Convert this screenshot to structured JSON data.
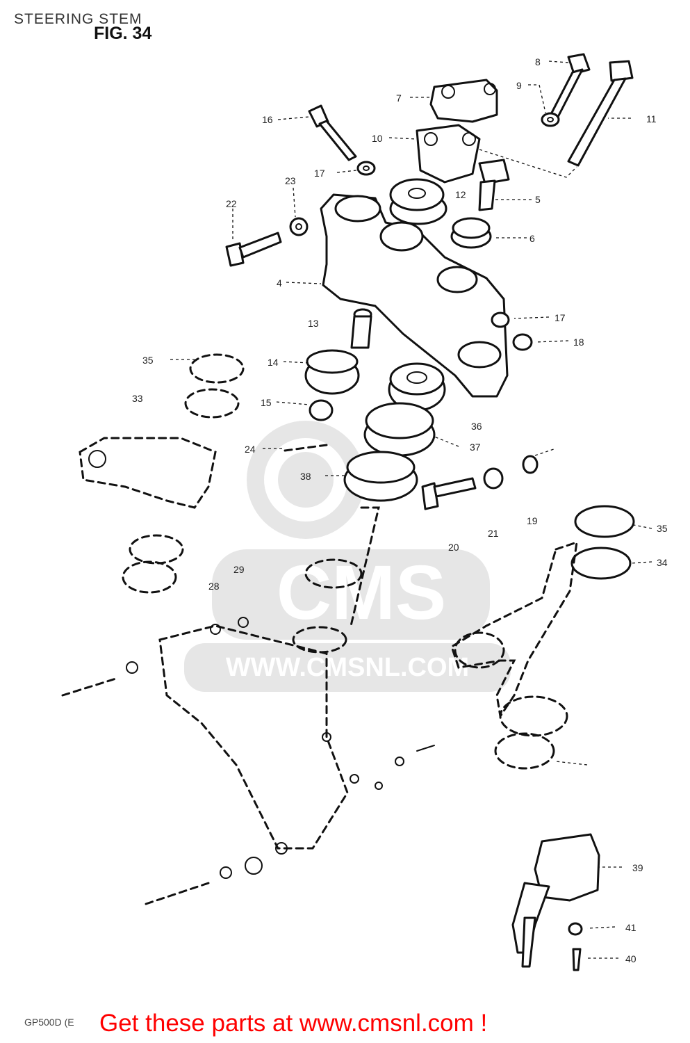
{
  "header": {
    "title": "STEERING STEM",
    "figure": "FIG. 34"
  },
  "watermark": {
    "text_main": "CMS",
    "text_url": "WWW.CMSNL.COM"
  },
  "footer": {
    "model_code": "GP500D (E",
    "cta": "Get these parts at www.cmsnl.com !"
  },
  "callouts": [
    {
      "id": "c8",
      "number": "8"
    },
    {
      "id": "c9",
      "number": "9"
    },
    {
      "id": "c7",
      "number": "7"
    },
    {
      "id": "c11",
      "number": "11"
    },
    {
      "id": "c16",
      "number": "16"
    },
    {
      "id": "c10",
      "number": "10"
    },
    {
      "id": "c17a",
      "number": "17"
    },
    {
      "id": "c23",
      "number": "23"
    },
    {
      "id": "c12",
      "number": "12"
    },
    {
      "id": "c5",
      "number": "5"
    },
    {
      "id": "c22",
      "number": "22"
    },
    {
      "id": "c6",
      "number": "6"
    },
    {
      "id": "c4",
      "number": "4"
    },
    {
      "id": "c17b",
      "number": "17"
    },
    {
      "id": "c13",
      "number": "13"
    },
    {
      "id": "c18",
      "number": "18"
    },
    {
      "id": "c35a",
      "number": "35"
    },
    {
      "id": "c14",
      "number": "14"
    },
    {
      "id": "c33",
      "number": "33"
    },
    {
      "id": "c15",
      "number": "15"
    },
    {
      "id": "c36",
      "number": "36"
    },
    {
      "id": "c24",
      "number": "24"
    },
    {
      "id": "c37",
      "number": "37"
    },
    {
      "id": "c38",
      "number": "38"
    },
    {
      "id": "c19",
      "number": "19"
    },
    {
      "id": "c21",
      "number": "21"
    },
    {
      "id": "c20",
      "number": "20"
    },
    {
      "id": "c35b",
      "number": "35"
    },
    {
      "id": "c34",
      "number": "34"
    },
    {
      "id": "c29",
      "number": "29"
    },
    {
      "id": "c28",
      "number": "28"
    },
    {
      "id": "c39",
      "number": "39"
    },
    {
      "id": "c41",
      "number": "41"
    },
    {
      "id": "c40",
      "number": "40"
    }
  ]
}
